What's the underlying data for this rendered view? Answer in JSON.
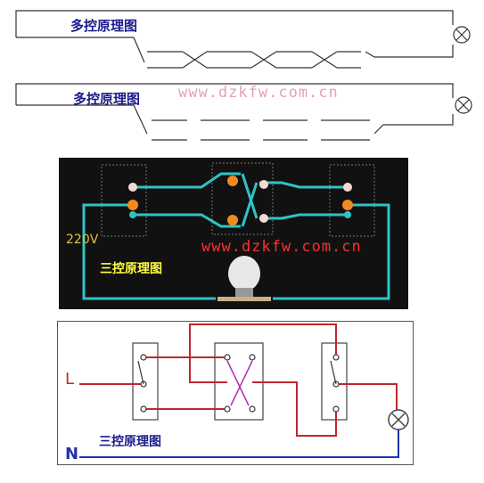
{
  "diagram1": {
    "title": "多控原理图"
  },
  "diagram2": {
    "title": "多控原理图",
    "watermark": "www.dzkfw.com.cn"
  },
  "diagram3": {
    "title": "三控原理图",
    "voltage": "220V",
    "watermark": "www.dzkfw.com.cn",
    "background": "#111111",
    "wire_color": "#2ec4c4"
  },
  "diagram4": {
    "title": "三控原理图",
    "label_l": "L",
    "label_n": "N",
    "wire_l_color": "#c0282d",
    "wire_n_color": "#2233aa"
  }
}
